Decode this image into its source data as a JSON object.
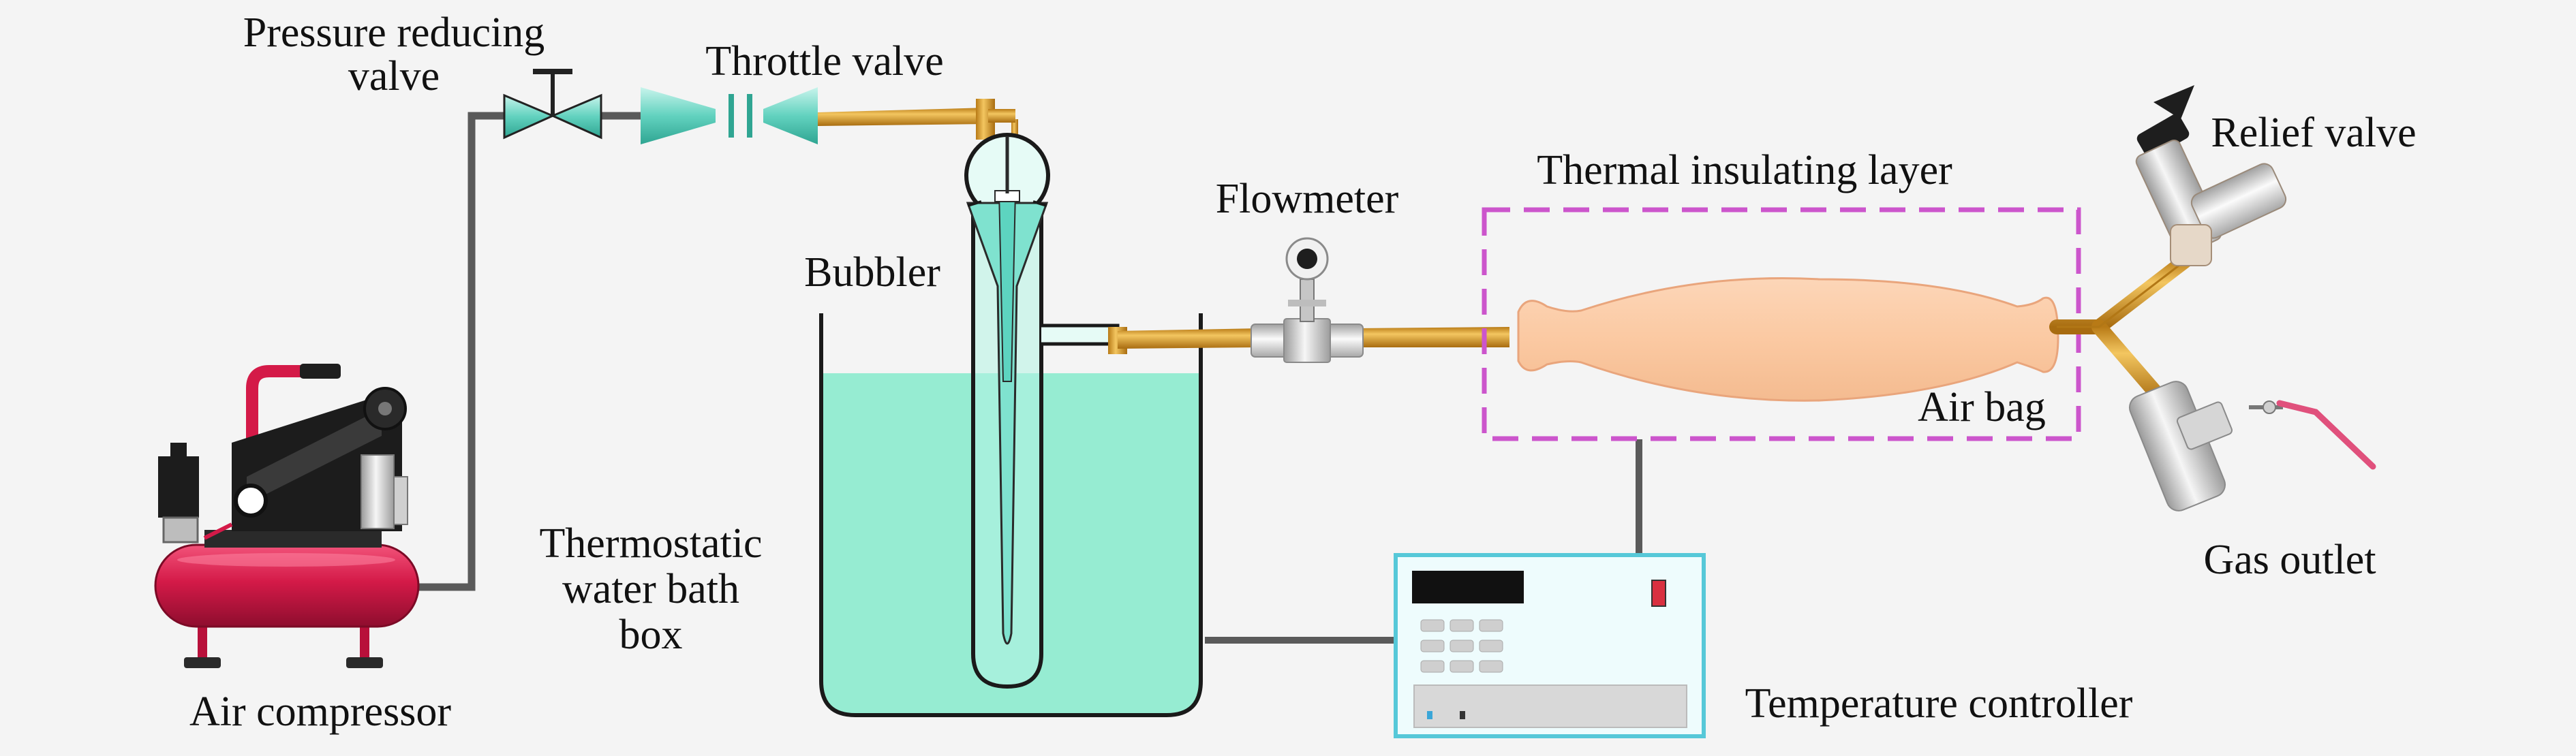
{
  "labels": {
    "pressure_reducing_line1": "Pressure reducing",
    "pressure_reducing_line2": "valve",
    "throttle_valve": "Throttle valve",
    "bubbler": "Bubbler",
    "flowmeter": "Flowmeter",
    "thermal_insulating_layer": "Thermal insulating layer",
    "relief_valve": "Relief valve",
    "air_bag": "Air bag",
    "gas_outlet": "Gas outlet",
    "thermostatic_line1": "Thermostatic",
    "thermostatic_line2": "water bath",
    "thermostatic_line3": "box",
    "temperature_controller": "Temperature controller",
    "air_compressor": "Air compressor"
  },
  "colors": {
    "background": "#f4f4f4",
    "pipe": "#555555",
    "water": "#96ecd2",
    "air_bag": "#fcd0ae",
    "insulation_dash": "#cc55cc",
    "compressor_red": "#d41a48",
    "tube_gold": "#d89b2a",
    "valve_teal": "#6cd6c4",
    "controller_border": "#56c8d8"
  }
}
